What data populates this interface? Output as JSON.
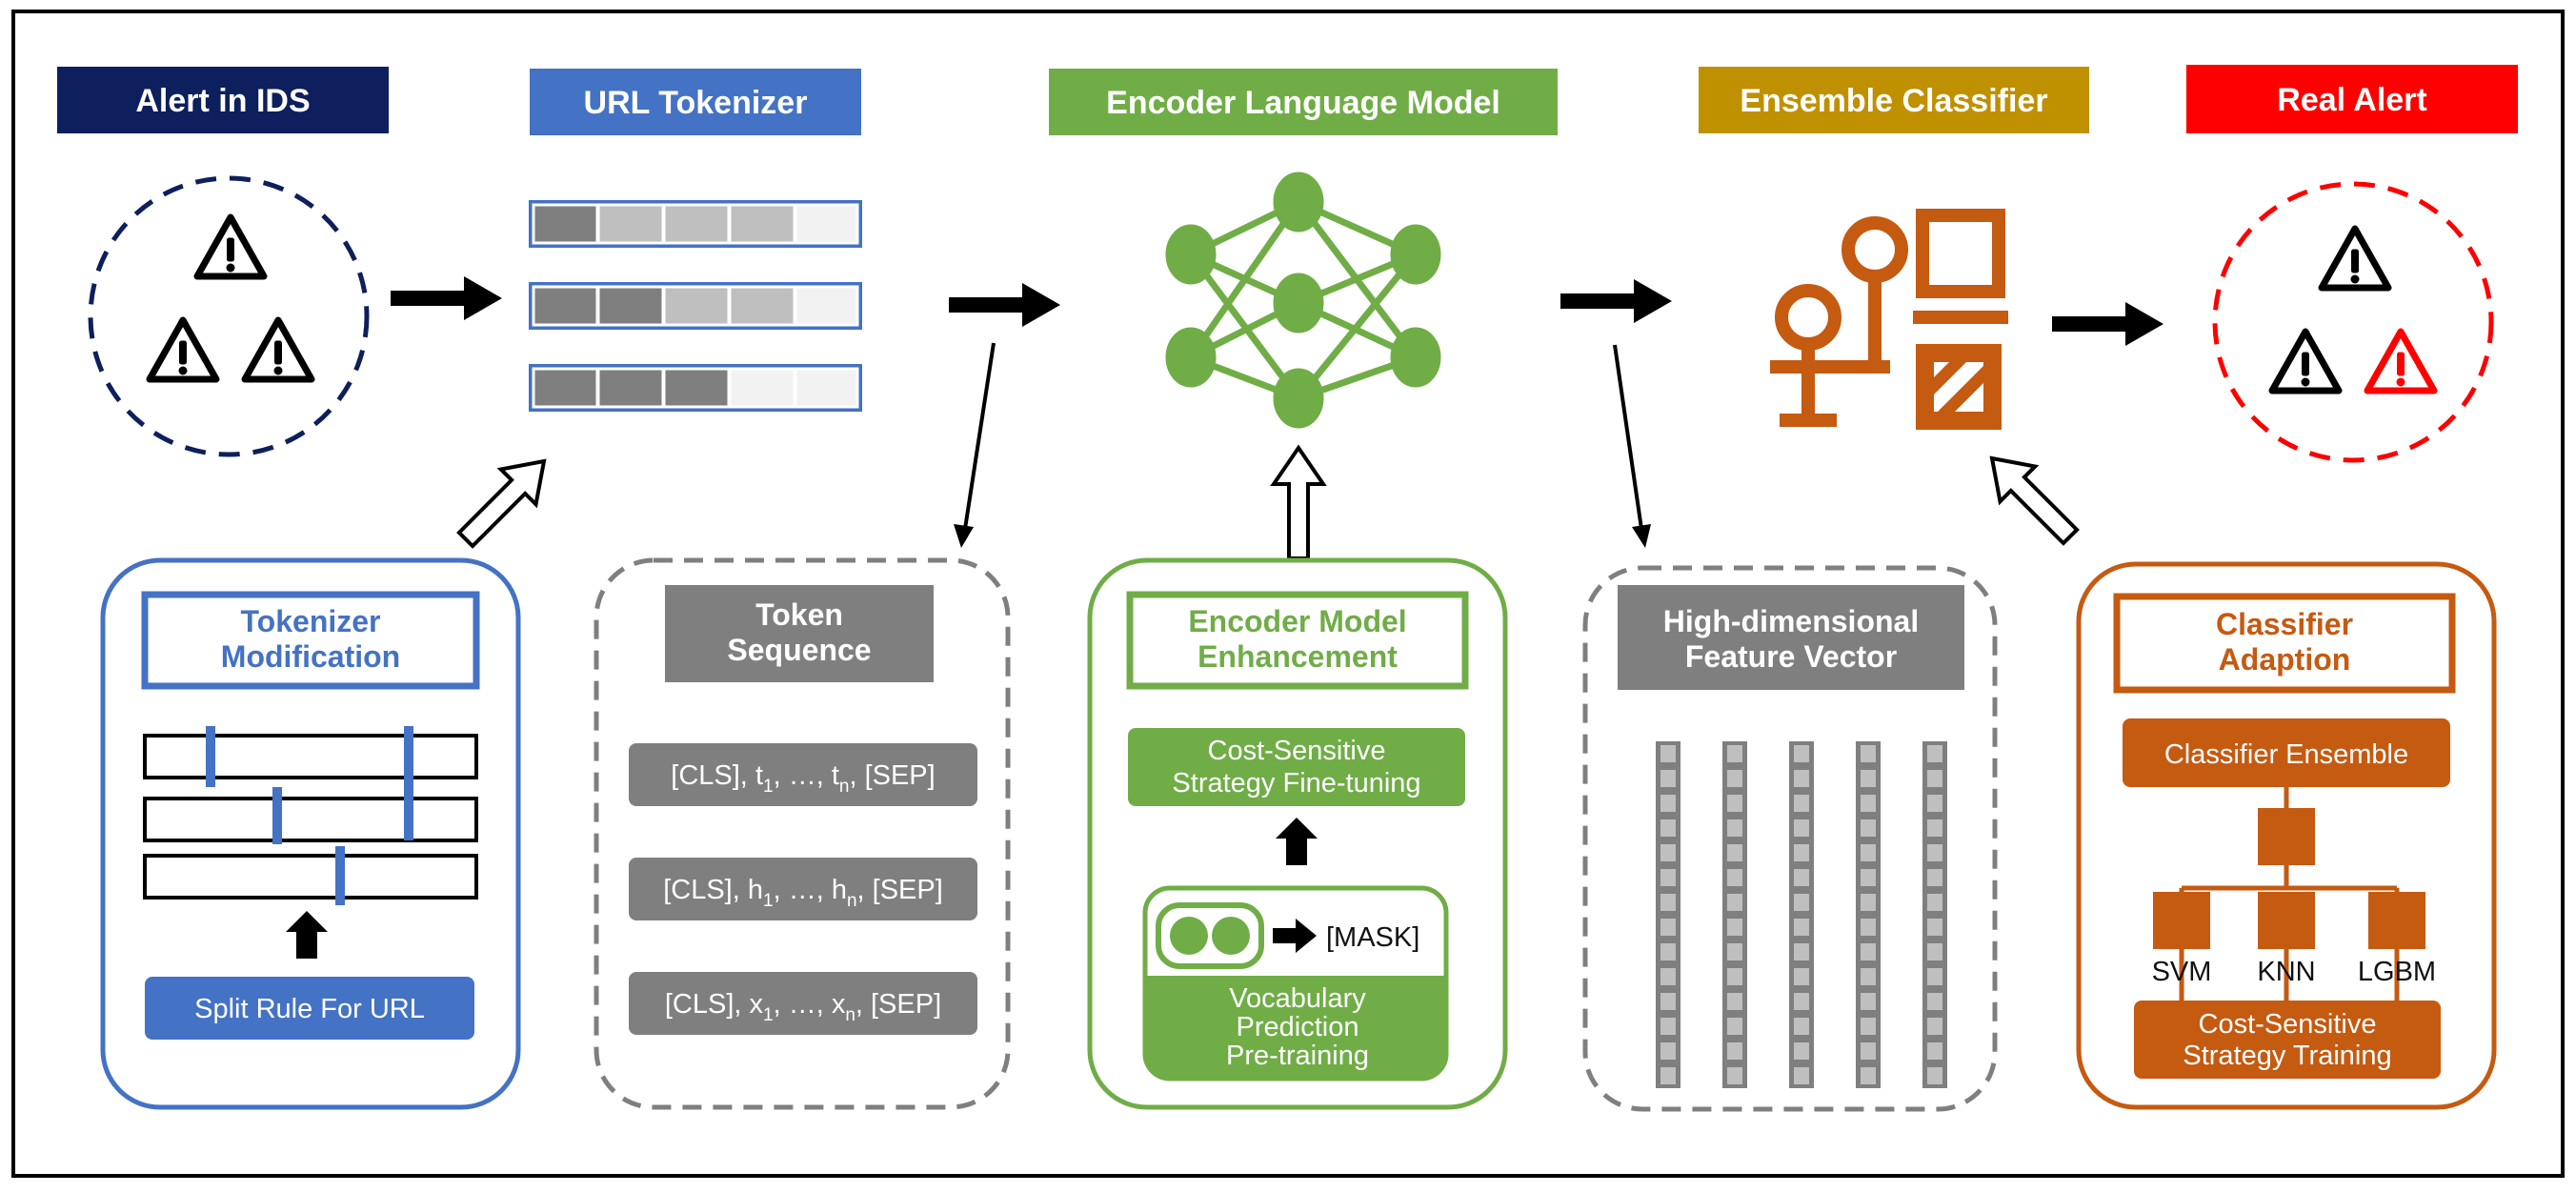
{
  "colors": {
    "navy": "#0d1f5c",
    "blue": "#4472c4",
    "green": "#70ad47",
    "gold": "#bf9000",
    "red": "#ff0000",
    "orange": "#c55a11",
    "gray": "#7f7f7f"
  },
  "stages": {
    "alert_ids": "Alert in IDS",
    "url_tokenizer": "URL Tokenizer",
    "encoder_lm": "Encoder Language Model",
    "ensemble_classifier": "Ensemble Classifier",
    "real_alert": "Real Alert"
  },
  "tokenizer_mod": {
    "title_line1": "Tokenizer",
    "title_line2": "Modification",
    "split_rule": "Split Rule For URL"
  },
  "token_sequence": {
    "title_line1": "Token",
    "title_line2": "Sequence",
    "rows": [
      {
        "open": "[CLS], ",
        "sym": "t",
        "sub1": "1",
        "mid": ", …, ",
        "sub2": "n",
        "close": ", [SEP]"
      },
      {
        "open": "[CLS], ",
        "sym": "h",
        "sub1": "1",
        "mid": ", …, ",
        "sub2": "n",
        "close": ", [SEP]"
      },
      {
        "open": "[CLS], ",
        "sym": "x",
        "sub1": "1",
        "mid": ", …, ",
        "sub2": "n",
        "close": ", [SEP]"
      }
    ]
  },
  "encoder_enh": {
    "title_line1": "Encoder Model",
    "title_line2": "Enhancement",
    "finetune_line1": "Cost-Sensitive",
    "finetune_line2": "Strategy Fine-tuning",
    "mask_label": "[MASK]",
    "pretrain_line1": "Vocabulary",
    "pretrain_line2": "Prediction",
    "pretrain_line3": "Pre-training"
  },
  "feature_vec": {
    "title_line1": "High-dimensional",
    "title_line2": "Feature Vector"
  },
  "classifier_adapt": {
    "title_line1": "Classifier",
    "title_line2": "Adaption",
    "ensemble_label": "Classifier Ensemble",
    "models": [
      "SVM",
      "KNN",
      "LGBM"
    ],
    "training_line1": "Cost-Sensitive",
    "training_line2": "Strategy Training"
  },
  "icons": {
    "alert": "warning-triangle-icon",
    "network": "neural-network-icon",
    "classifier": "classifier-ensemble-icon"
  }
}
